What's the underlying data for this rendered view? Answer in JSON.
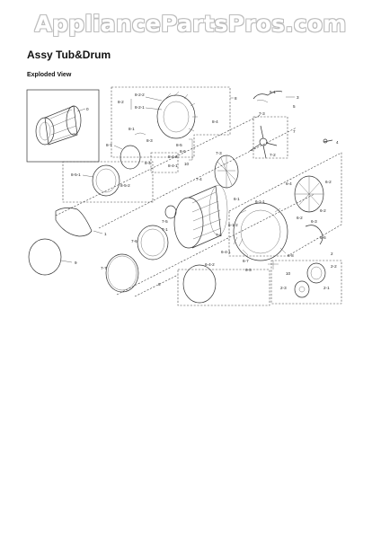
{
  "watermark": "AppliancePartsPros.com",
  "title": "Assy Tub&Drum",
  "subtitle": "Exploded View",
  "callouts": {
    "c0": "0",
    "c1": "1",
    "c2": "2",
    "c3": "3",
    "c4": "4",
    "c5": "5",
    "c6": "6",
    "c7": "7",
    "c8": "8",
    "c9": "9",
    "c5_1": "5-1",
    "c6_1": "6-1",
    "c6_2": "6-2",
    "c6_3": "6-3",
    "c6_4": "6-4",
    "c6_5": "6-5",
    "c6_6": "6-6",
    "c6_7": "6-7",
    "c6_8": "6-8",
    "c6_1_1": "6-1-1",
    "c6_1_2": "6-1-2",
    "c6_4_1": "6-4-1",
    "c6_4_2": "6-4-2",
    "c7_1": "7-1",
    "c7_2": "7-2",
    "c7_3": "7-3",
    "c7_4": "7-4",
    "c7_5": "7-5",
    "c7_6": "7-6",
    "c7_7": "7-7",
    "c8_1": "8-1",
    "c8_2": "8-2",
    "c8_2_1": "8-2-1",
    "c8_2_2": "8-2-2",
    "c8_3": "8-3",
    "c8_4": "8-4",
    "c8_5": "8-5",
    "c8_6": "8-6",
    "c8_7": "8-7",
    "c8_4_1": "8-4-1",
    "c8_4_2": "8-4-2",
    "c8_5_1": "8-5-1",
    "c8_5_2": "8-5-2",
    "c2_1": "2-1",
    "c2_2": "2-2",
    "c2_3": "2-3",
    "c10": "10"
  }
}
